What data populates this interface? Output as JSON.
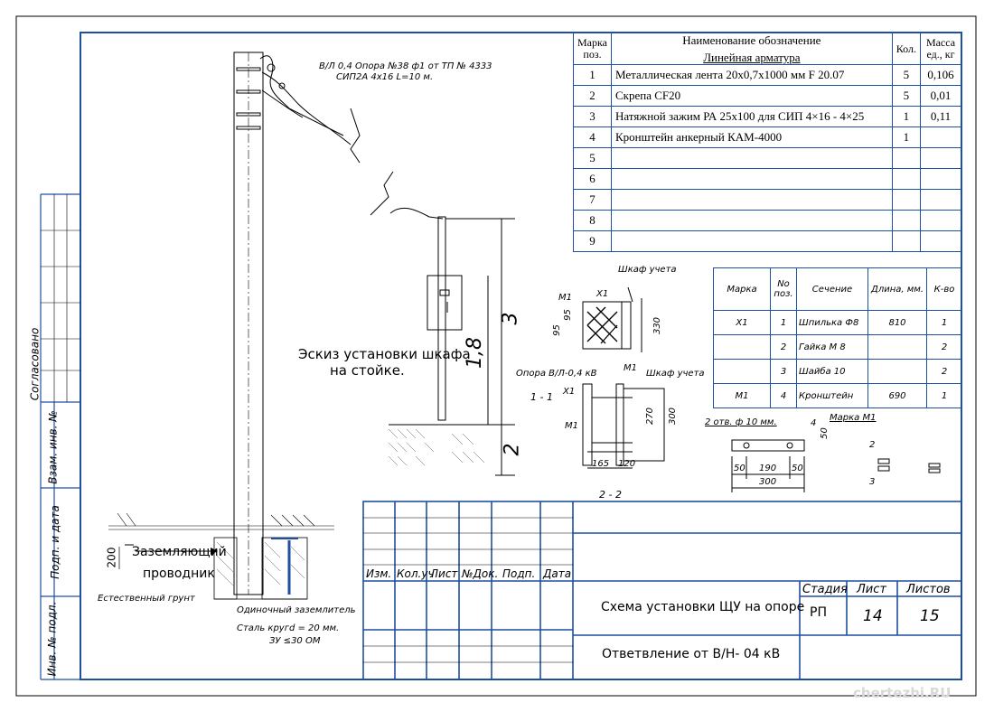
{
  "watermark": "chertezhi.RU",
  "sheet": {
    "left_margin": {
      "agreed": "Согласовано",
      "replace_inv": "Взам. инв. №",
      "sign_date": "Подп. и дата",
      "inv_orig": "Инв. № подл."
    }
  },
  "spec_table": {
    "headers": {
      "mark": "Марка поз.",
      "name": "Наименование обозначение",
      "group": "Линейная арматура",
      "qty": "Кол.",
      "mass": "Масса ед., кг"
    },
    "rows": [
      {
        "pos": "1",
        "name": "Металлическая лента 20х0,7х1000 мм F 20.07",
        "qty": "5",
        "mass": "0,106"
      },
      {
        "pos": "2",
        "name": "Скрепа CF20",
        "qty": "5",
        "mass": "0,01"
      },
      {
        "pos": "3",
        "name": "Натяжной зажим РА 25х100 для СИП 4×16 - 4×25",
        "qty": "1",
        "mass": "0,11"
      },
      {
        "pos": "4",
        "name": "Кронштейн анкерный КАМ-4000",
        "qty": "1",
        "mass": ""
      },
      {
        "pos": "5",
        "name": "",
        "qty": "",
        "mass": ""
      },
      {
        "pos": "6",
        "name": "",
        "qty": "",
        "mass": ""
      },
      {
        "pos": "7",
        "name": "",
        "qty": "",
        "mass": ""
      },
      {
        "pos": "8",
        "name": "",
        "qty": "",
        "mass": ""
      },
      {
        "pos": "9",
        "name": "",
        "qty": "",
        "mass": ""
      }
    ]
  },
  "parts_table": {
    "headers": {
      "mark": "Марка",
      "no": "No поз.",
      "section": "Сечение",
      "length": "Длина, мм.",
      "qty": "К-во"
    },
    "rows": [
      {
        "mark": "Х1",
        "no": "1",
        "section": "Шпилька Ф8",
        "length": "810",
        "qty": "1"
      },
      {
        "mark": "",
        "no": "2",
        "section": "Гайка М 8",
        "length": "",
        "qty": "2"
      },
      {
        "mark": "",
        "no": "3",
        "section": "Шайба 10",
        "length": "",
        "qty": "2"
      },
      {
        "mark": "М1",
        "no": "4",
        "section": "Кронштейн",
        "length": "690",
        "qty": "1"
      }
    ]
  },
  "drawing": {
    "line_note_1": "В/Л 0,4 Опора №38 ф1 от ТП № 4333",
    "line_note_2": "СИП2А 4х16 L=10 м.",
    "sketch_1": "Эскиз установки шкафа",
    "sketch_2": "на стойке.",
    "dim_3": "3",
    "dim_18": "1,8",
    "dim_2": "2",
    "dim_200": "200",
    "ground_wire_1": "Заземляющий",
    "ground_wire_2": "проводник",
    "natural_ground": "Естественный грунт",
    "earth_1": "Одиночный заземлитель",
    "earth_2": "Сталь кругd = 20 мм.",
    "earth_3": "ЗУ ≤30 ОМ",
    "cabinet_1": "Шкаф учета",
    "cabinet_2": "Шкаф учета",
    "m1_a": "М1",
    "x1_a": "Х1",
    "d95a": "95",
    "d95b": "95",
    "d330": "330",
    "support": "Опора В/Л-0,4 кВ",
    "sec_11": "1 - 1",
    "m1_b": "М1",
    "x1_b": "Х1",
    "m1_c": "М1",
    "d270": "270",
    "d300": "300",
    "d165": "165",
    "d120": "120",
    "sec_22": "2 - 2",
    "holes": "2 отв. ф 10 мм.",
    "mark_m1": "Марка М1",
    "p4": "4",
    "d50": "50",
    "b50a": "50",
    "b190": "190",
    "b50b": "50",
    "b300": "300",
    "p2": "2",
    "p3": "3"
  },
  "title_block": {
    "cols": [
      "Изм.",
      "Кол.уч",
      "Лист",
      "№Док.",
      "Подп.",
      "Дата"
    ],
    "stage_label": "Стадия",
    "sheet_label": "Лист",
    "sheets_label": "Листов",
    "stage": "РП",
    "sheet": "14",
    "sheets": "15",
    "title": "Схема установки ЩУ на опоре",
    "subtitle": "Ответвление от В/Н- 04 кВ"
  }
}
